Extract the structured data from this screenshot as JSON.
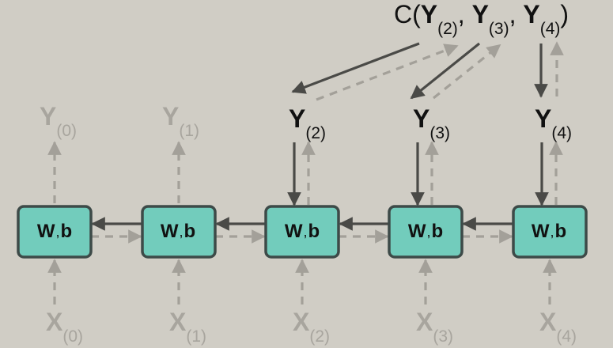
{
  "cost_label": {
    "prefix": "C(",
    "terms": [
      {
        "main": "Y",
        "sub": "(2)",
        "sep": ", "
      },
      {
        "main": "Y",
        "sub": "(3)",
        "sep": ", "
      },
      {
        "main": "Y",
        "sub": "(4)",
        "sep": ")"
      }
    ]
  },
  "cells": [
    {
      "w": "W",
      "comma": ",",
      "b": "b"
    },
    {
      "w": "W",
      "comma": ",",
      "b": "b"
    },
    {
      "w": "W",
      "comma": ",",
      "b": "b"
    },
    {
      "w": "W",
      "comma": ",",
      "b": "b"
    },
    {
      "w": "W",
      "comma": ",",
      "b": "b"
    }
  ],
  "outputs": [
    {
      "main": "Y",
      "sub": "(0)",
      "state": "inactive"
    },
    {
      "main": "Y",
      "sub": "(1)",
      "state": "inactive"
    },
    {
      "main": "Y",
      "sub": "(2)",
      "state": "active"
    },
    {
      "main": "Y",
      "sub": "(3)",
      "state": "active"
    },
    {
      "main": "Y",
      "sub": "(4)",
      "state": "active"
    }
  ],
  "inputs": [
    {
      "main": "X",
      "sub": "(0)"
    },
    {
      "main": "X",
      "sub": "(1)"
    },
    {
      "main": "X",
      "sub": "(2)"
    },
    {
      "main": "X",
      "sub": "(3)"
    },
    {
      "main": "X",
      "sub": "(4)"
    }
  ],
  "colors": {
    "background": "#d0cdc5",
    "cell_fill": "#72ccbc",
    "cell_stroke": "#3d4a48",
    "solid_arrow": "#4a4a47",
    "dashed_arrow": "#a3a099",
    "active_text": "#111111",
    "inactive_text": "#a8a59e"
  }
}
